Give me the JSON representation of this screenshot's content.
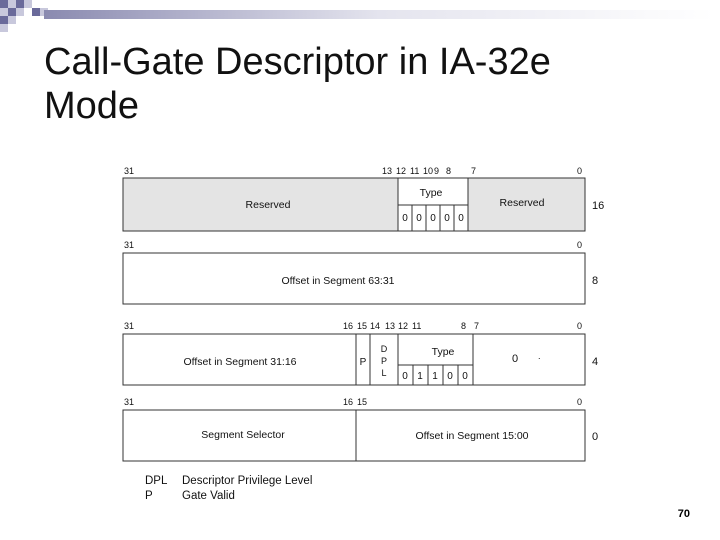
{
  "slide": {
    "title_line1": "Call-Gate Descriptor in IA-32e",
    "title_line2": "Mode",
    "page_number": "70"
  },
  "diagram": {
    "row0": {
      "bit_labels": [
        "31",
        "13",
        "12",
        "11",
        "10",
        "9",
        "8",
        "7",
        "0"
      ],
      "reserved_left": "Reserved",
      "type_label": "Type",
      "type_bits": [
        "0",
        "0",
        "0",
        "0",
        "0"
      ],
      "reserved_right": "Reserved",
      "offset": "16"
    },
    "row1": {
      "bit_labels": [
        "31",
        "0"
      ],
      "field": "Offset in Segment 63:31",
      "offset": "8"
    },
    "row2": {
      "bit_labels": [
        "31",
        "16",
        "15",
        "14",
        "13",
        "12",
        "11",
        "8",
        "7",
        "0"
      ],
      "offset_field": "Offset in Segment 31:16",
      "p": "P",
      "dpl": [
        "D",
        "P",
        "L"
      ],
      "type_label": "Type",
      "type_bits": [
        "0",
        "1",
        "1",
        "0",
        "0"
      ],
      "zero_field": "0",
      "dot": ".",
      "offset": "4"
    },
    "row3": {
      "bit_labels": [
        "31",
        "16",
        "15",
        "0"
      ],
      "selector": "Segment Selector",
      "offset_field": "Offset in Segment 15:00",
      "offset": "0"
    },
    "legend": [
      {
        "abbr": "DPL",
        "desc": "Descriptor Privilege Level"
      },
      {
        "abbr": "P",
        "desc": "Gate Valid"
      }
    ]
  },
  "colors": {
    "reserved_fill": "#e4e4e4",
    "line": "#333333",
    "deco_dark": "#6a6a9a",
    "deco_light": "#c8c8dc"
  }
}
